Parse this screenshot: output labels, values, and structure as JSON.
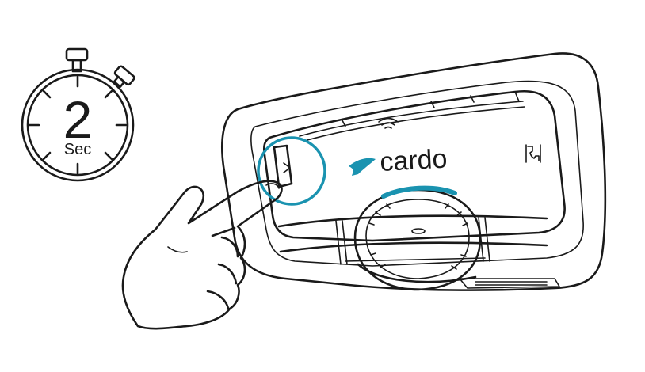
{
  "timer": {
    "value": "2",
    "unit": "Sec"
  },
  "device": {
    "brand": "cardo",
    "icons": {
      "wifi": "wifi-icon",
      "phone": "phone-icon",
      "play": "play-icon",
      "brand_logo": "cardo-logo-icon"
    }
  },
  "colors": {
    "accent": "#1a93b0",
    "ink": "#1a1a1a",
    "background": "#ffffff"
  }
}
